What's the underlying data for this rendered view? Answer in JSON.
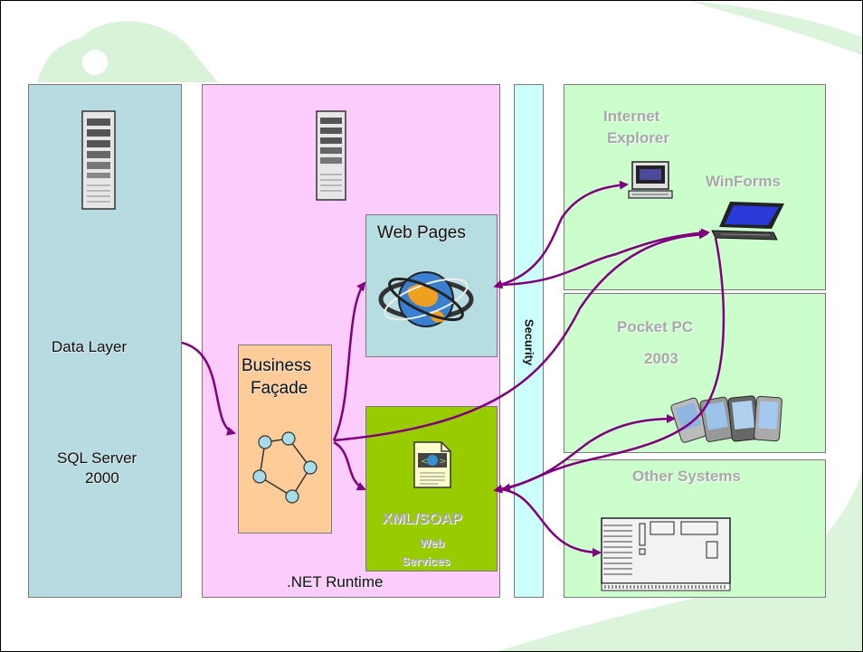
{
  "colors": {
    "data_layer_fill": "#b7dbe0",
    "runtime_fill": "#fccdfc",
    "security_fill": "#ccfefe",
    "client_fill": "#ccfdcc",
    "web_pages_fill": "#b5dde2",
    "business_facade_fill": "#fdcc99",
    "xml_soap_fill": "#99cc00",
    "arrow_color": "#800080",
    "background_swoosh": "#d8f3d8"
  },
  "tiers": {
    "data_layer": {
      "title": "Data Layer",
      "db": "SQL Server",
      "version": "2000",
      "icon": "server-tower-icon"
    },
    "runtime": {
      "label": ".NET Runtime",
      "icon": "server-tower-icon"
    },
    "security": {
      "label": "Security"
    },
    "web_pages": {
      "label": "Web Pages",
      "icon": "globe-network-icon"
    },
    "business_facade": {
      "line1": "Business",
      "line2": "Façade",
      "icon": "node-graph-icon"
    },
    "xml_soap": {
      "line1": "XML/SOAP",
      "line2": "Web",
      "line3": "Services",
      "icon": "xml-document-icon"
    }
  },
  "clients": {
    "internet_explorer": {
      "line1": "Internet",
      "line2": "Explorer",
      "icon": "desktop-computer-icon"
    },
    "winforms": {
      "label": "WinForms",
      "icon": "laptop-icon"
    },
    "pocket_pc": {
      "line1": "Pocket PC",
      "line2": "2003",
      "icon": "pda-devices-icon"
    },
    "other_systems": {
      "label": "Other Systems",
      "icon": "mainframe-icon"
    }
  },
  "connections": [
    {
      "from": "data_layer",
      "to": "business_facade"
    },
    {
      "from": "business_facade",
      "to": "web_pages"
    },
    {
      "from": "business_facade",
      "to": "xml_soap"
    },
    {
      "from": "business_facade",
      "to": "winforms"
    },
    {
      "from": "web_pages",
      "to": "internet_explorer"
    },
    {
      "from": "web_pages",
      "to": "winforms"
    },
    {
      "from": "xml_soap",
      "to": "pocket_pc"
    },
    {
      "from": "xml_soap",
      "to": "other_systems"
    },
    {
      "from": "winforms",
      "to": "xml_soap"
    }
  ]
}
